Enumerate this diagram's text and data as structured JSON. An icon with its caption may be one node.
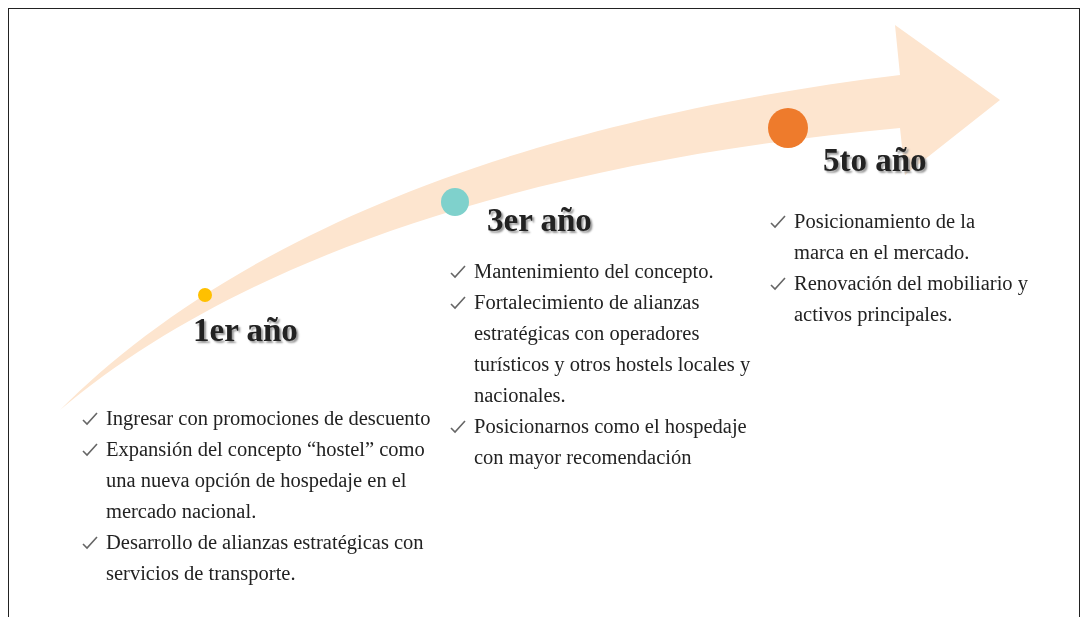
{
  "diagram": {
    "labels": [
      "1er año",
      "Ingresar con promociones de descuento",
      "Expansión del concepto “hostel” como una nueva opción de hospedaje en el mercado nacional.",
      "Desarrollo de alianzas estratégicas con servicios de transporte.",
      "3er año",
      "Mantenimiento del concepto.",
      "Fortalecimiento de alianzas estratégicas con operadores turísticos y otros hostels locales y nacionales.",
      "Posicionarnos como el hospedaje con mayor recomendación",
      "5to año",
      "Posicionamiento de la marca en el mercado.",
      "Renovación del mobiliario y activos principales."
    ]
  }
}
